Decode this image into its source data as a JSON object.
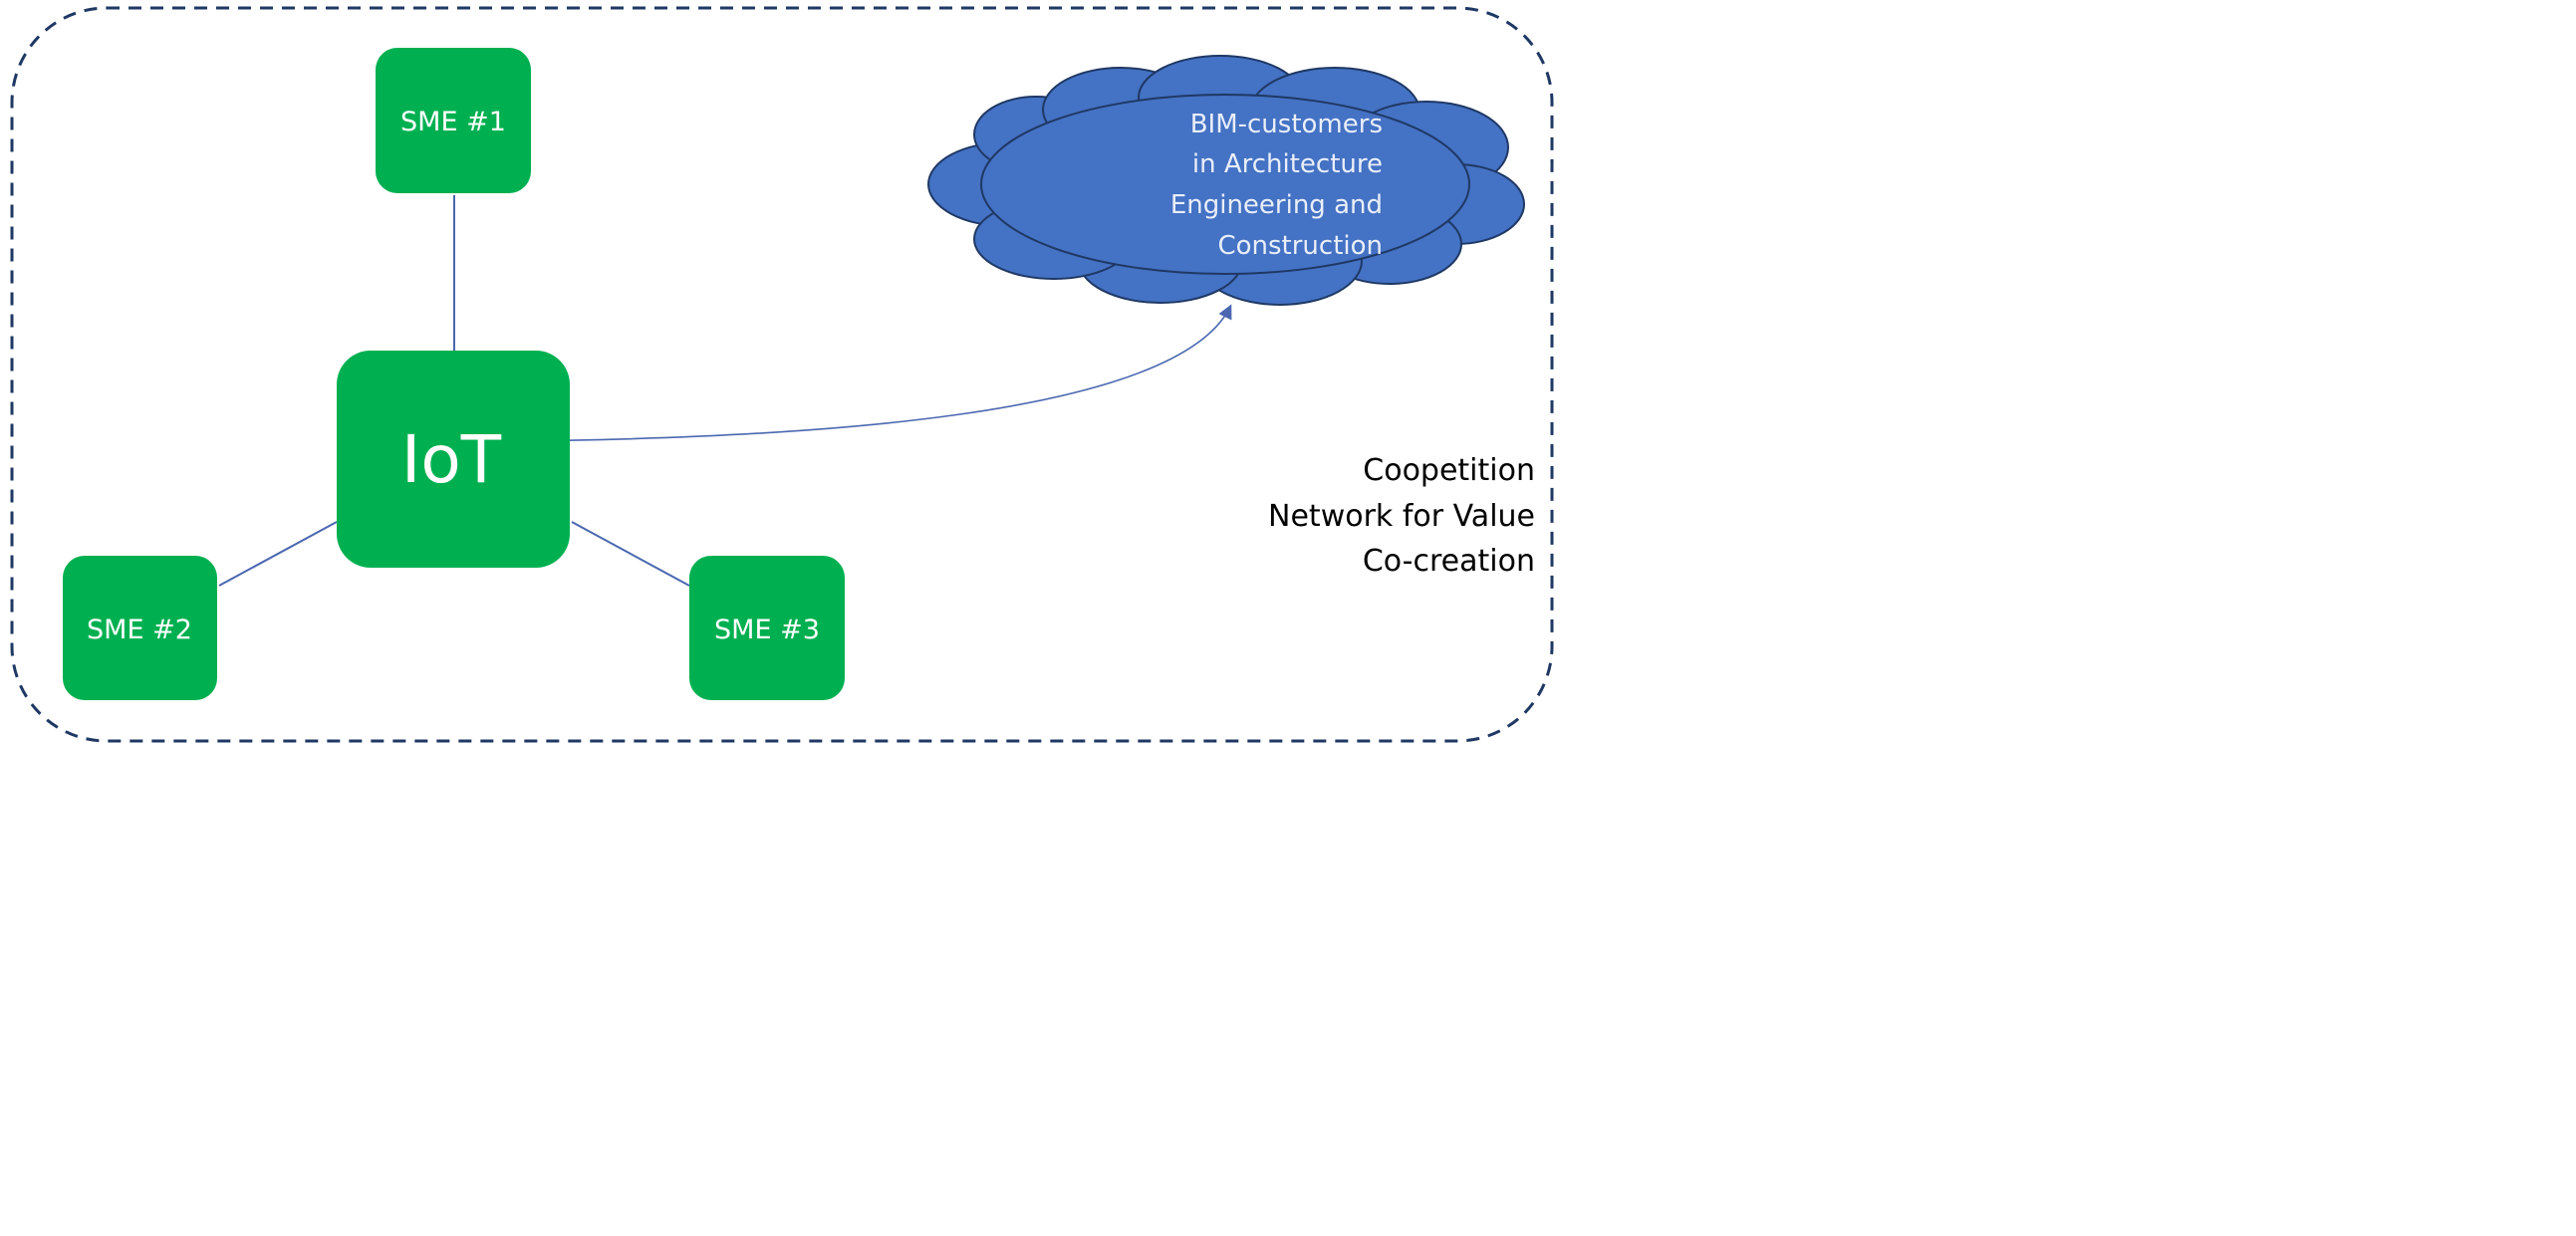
{
  "diagram": {
    "nodes": {
      "iot": {
        "label": "IoT"
      },
      "sme1": {
        "label": "SME #1"
      },
      "sme2": {
        "label": "SME #2"
      },
      "sme3": {
        "label": "SME #3"
      }
    },
    "cloud": {
      "lines": [
        "BIM-customers",
        "in Architecture",
        "Engineering and",
        "Construction"
      ]
    },
    "network_label": {
      "lines": [
        "Coopetition",
        "Network for Value",
        "Co-creation"
      ]
    },
    "colors": {
      "node_fill": "#00b050",
      "node_text": "#ffffff",
      "connector": "#4a67b0",
      "cloud_fill": "#4472c4",
      "cloud_stroke": "#1f3864",
      "cloud_text": "#e9eef8",
      "boundary": "#1f3864",
      "label_text": "#000000"
    }
  }
}
